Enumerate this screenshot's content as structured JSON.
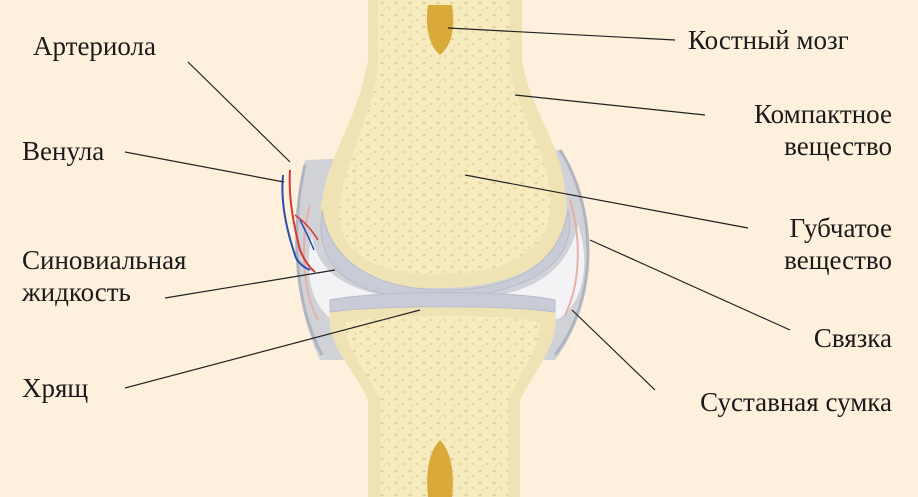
{
  "labels": {
    "arteriole": "Артериола",
    "venule": "Венула",
    "synovial_fluid_line1": "Синовиальная",
    "synovial_fluid_line2": "жидкость",
    "cartilage": "Хрящ",
    "bone_marrow": "Костный мозг",
    "compact_line1": "Компактное",
    "compact_line2": "вещество",
    "spongy_line1": "Губчатое",
    "spongy_line2": "вещество",
    "ligament": "Связка",
    "joint_capsule": "Суставная сумка"
  },
  "colors": {
    "background": "#fdf0dc",
    "bone": "#f7ecc0",
    "marrow": "#d9a93a",
    "cartilage": "#c9ccd6",
    "synovial": "#f3f3f6",
    "artery": "#d23a3a",
    "vein": "#2a4fb0"
  }
}
